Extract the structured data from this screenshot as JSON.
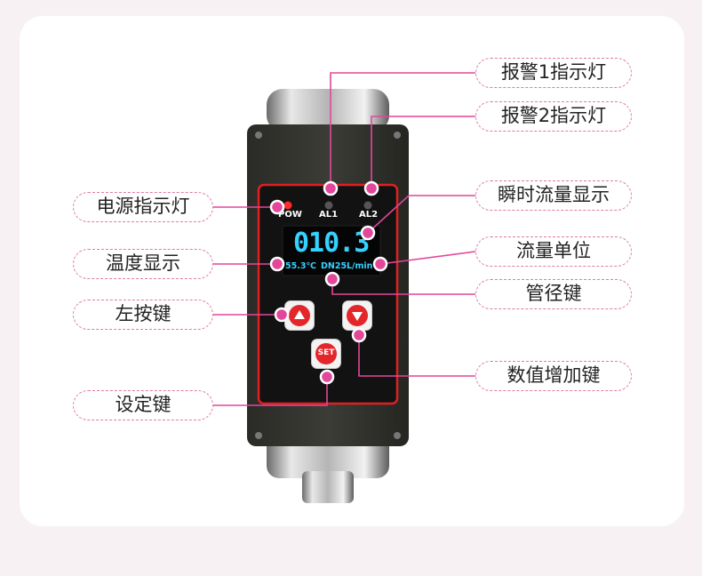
{
  "callouts": {
    "alarm1": "报警1指示灯",
    "alarm2": "报警2指示灯",
    "power": "电源指示灯",
    "flow_display": "瞬时流量显示",
    "temp_display": "温度显示",
    "flow_unit": "流量单位",
    "pipe_key": "管径键",
    "left_key": "左按键",
    "increase_key": "数值增加键",
    "set_key": "设定键"
  },
  "device": {
    "pow_label": "POW",
    "al1_label": "AL1",
    "al2_label": "AL2",
    "flow_value": "010.3",
    "temperature": "55.3℃",
    "pipe_size": "DN25",
    "unit": "L/min",
    "set_label": "SET"
  },
  "colors": {
    "accent": "#e2479a",
    "display": "#35d1ff",
    "button": "#e3262a",
    "callout_border": "#e07aa6"
  }
}
